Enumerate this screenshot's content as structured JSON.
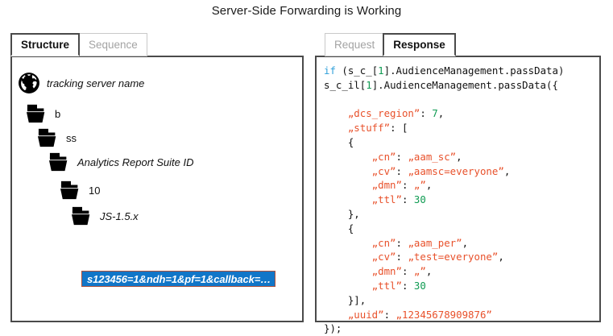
{
  "title": "Server-Side Forwarding is Working",
  "colors": {
    "accent_blue": "#1176c8",
    "panel_border": "#4a4a4a",
    "tab_inactive_text": "#a3a3a3",
    "code_keyword": "#2e9fd9",
    "code_number": "#0f9b52",
    "code_string": "#e8512b",
    "selection_border": "#b0513a"
  },
  "left_panel": {
    "tabs": [
      {
        "label": "Structure",
        "active": true,
        "icon": "tab-icon"
      },
      {
        "label": "Sequence",
        "active": false,
        "icon": "tab-icon"
      }
    ],
    "tree": [
      {
        "icon": "globe-icon",
        "label": "tracking server name",
        "italic": true,
        "depth": 0
      },
      {
        "icon": "folder-icon",
        "label": "b",
        "italic": false,
        "depth": 1
      },
      {
        "icon": "folder-icon",
        "label": "ss",
        "italic": false,
        "depth": 2
      },
      {
        "icon": "folder-icon",
        "label": "Analytics Report Suite ID",
        "italic": true,
        "depth": 3
      },
      {
        "icon": "folder-icon",
        "label": "10",
        "italic": false,
        "depth": 4
      },
      {
        "icon": "folder-icon",
        "label": "JS-1.5.x",
        "italic": true,
        "depth": 5
      }
    ],
    "selected_leaf": {
      "label": "s123456=1&ndh=1&pf=1&callback=…",
      "selected": true
    }
  },
  "right_panel": {
    "tabs": [
      {
        "label": "Request",
        "active": false,
        "icon": "tab-icon"
      },
      {
        "label": "Response",
        "active": true,
        "icon": "tab-icon"
      }
    ],
    "code_lines": [
      [
        {
          "t": "if ",
          "c": "kw"
        },
        {
          "t": "(s_c_[",
          "c": "pln"
        },
        {
          "t": "1",
          "c": "num"
        },
        {
          "t": "].AudienceManagement.passData)",
          "c": "pln"
        }
      ],
      [
        {
          "t": "s_c_il[",
          "c": "pln"
        },
        {
          "t": "1",
          "c": "num"
        },
        {
          "t": "].AudienceManagement.passData({",
          "c": "pln"
        }
      ],
      [
        {
          "t": "",
          "c": "pln"
        }
      ],
      [
        {
          "t": "    „dcs_region”",
          "c": "str"
        },
        {
          "t": ": ",
          "c": "pln"
        },
        {
          "t": "7",
          "c": "num"
        },
        {
          "t": ",",
          "c": "pln"
        }
      ],
      [
        {
          "t": "    „stuff”",
          "c": "str"
        },
        {
          "t": ": [",
          "c": "pln"
        }
      ],
      [
        {
          "t": "    {",
          "c": "pln"
        }
      ],
      [
        {
          "t": "        „cn”",
          "c": "str"
        },
        {
          "t": ": ",
          "c": "pln"
        },
        {
          "t": "„aam_sc”",
          "c": "str"
        },
        {
          "t": ",",
          "c": "pln"
        }
      ],
      [
        {
          "t": "        „cv”",
          "c": "str"
        },
        {
          "t": ": ",
          "c": "pln"
        },
        {
          "t": "„aamsc=everyone”",
          "c": "str"
        },
        {
          "t": ",",
          "c": "pln"
        }
      ],
      [
        {
          "t": "        „dmn”",
          "c": "str"
        },
        {
          "t": ": ",
          "c": "pln"
        },
        {
          "t": "„”",
          "c": "str"
        },
        {
          "t": ",",
          "c": "pln"
        }
      ],
      [
        {
          "t": "        „ttl”",
          "c": "str"
        },
        {
          "t": ": ",
          "c": "pln"
        },
        {
          "t": "30",
          "c": "num"
        }
      ],
      [
        {
          "t": "    },",
          "c": "pln"
        }
      ],
      [
        {
          "t": "    {",
          "c": "pln"
        }
      ],
      [
        {
          "t": "        „cn”",
          "c": "str"
        },
        {
          "t": ": ",
          "c": "pln"
        },
        {
          "t": "„aam_per”",
          "c": "str"
        },
        {
          "t": ",",
          "c": "pln"
        }
      ],
      [
        {
          "t": "        „cv”",
          "c": "str"
        },
        {
          "t": ": ",
          "c": "pln"
        },
        {
          "t": "„test=everyone”",
          "c": "str"
        },
        {
          "t": ",",
          "c": "pln"
        }
      ],
      [
        {
          "t": "        „dmn”",
          "c": "str"
        },
        {
          "t": ": ",
          "c": "pln"
        },
        {
          "t": "„”",
          "c": "str"
        },
        {
          "t": ",",
          "c": "pln"
        }
      ],
      [
        {
          "t": "        „ttl”",
          "c": "str"
        },
        {
          "t": ": ",
          "c": "pln"
        },
        {
          "t": "30",
          "c": "num"
        }
      ],
      [
        {
          "t": "    }],",
          "c": "pln"
        }
      ],
      [
        {
          "t": "    „uuid”",
          "c": "str"
        },
        {
          "t": ": ",
          "c": "pln"
        },
        {
          "t": "„12345678909876”",
          "c": "str"
        }
      ],
      [
        {
          "t": "});",
          "c": "pln"
        }
      ]
    ]
  }
}
